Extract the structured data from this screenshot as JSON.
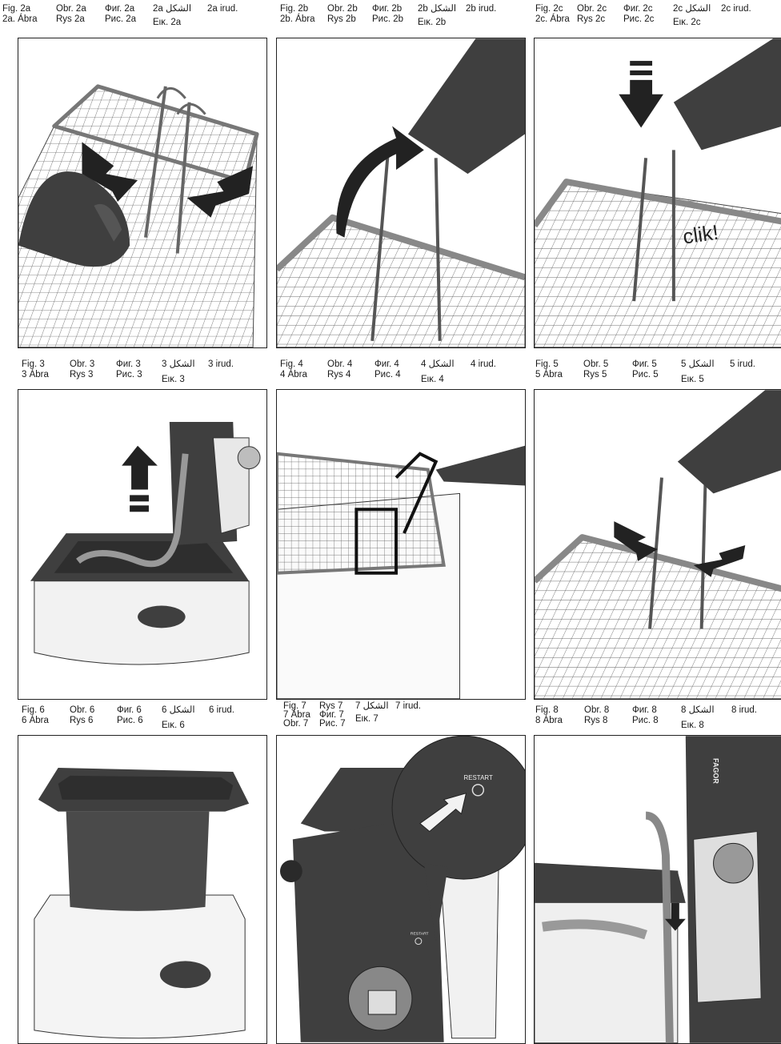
{
  "figures": [
    {
      "id": "2a",
      "row1": [
        "Fig. 2a",
        "Obr. 2a",
        "Фиг. 2a",
        "2a الشكل",
        "2a irud."
      ],
      "row2": [
        "2a. Ábra",
        "Rys 2a",
        "Рис. 2a",
        "Εικ. 2a"
      ]
    },
    {
      "id": "2b",
      "row1": [
        "Fig. 2b",
        "Obr. 2b",
        "Фиг. 2b",
        "2b الشكل",
        "2b irud."
      ],
      "row2": [
        "2b. Ábra",
        "Rys 2b",
        "Рис. 2b",
        "Εικ. 2b"
      ]
    },
    {
      "id": "2c",
      "row1": [
        "Fig. 2c",
        "Obr. 2c",
        "Фиг. 2c",
        "2c الشكل",
        "2c irud."
      ],
      "row2": [
        "2c. Ábra",
        "Rys 2c",
        "Рис. 2c",
        "Εικ. 2c"
      ]
    },
    {
      "id": "3",
      "row1": [
        "Fig. 3",
        "Obr. 3",
        "Фиг. 3",
        "3 الشكل",
        "3 irud."
      ],
      "row2": [
        "3 Ábra",
        "Rys 3",
        "Рис. 3",
        "Εικ. 3"
      ]
    },
    {
      "id": "4",
      "row1": [
        "Fig. 4",
        "Obr. 4",
        "Фиг. 4",
        "4 الشكل",
        "4 irud."
      ],
      "row2": [
        "4 Ábra",
        "Rys 4",
        "Рис. 4",
        "Εικ. 4"
      ]
    },
    {
      "id": "5",
      "row1": [
        "Fig. 5",
        "Obr. 5",
        "Фиг. 5",
        "5 الشكل",
        "5 irud."
      ],
      "row2": [
        "5 Ábra",
        "Rys 5",
        "Рис. 5",
        "Εικ. 5"
      ]
    },
    {
      "id": "6",
      "row1": [
        "Fig. 6",
        "Obr. 6",
        "Фиг. 6",
        "6 الشكل",
        "6 irud."
      ],
      "row2": [
        "6 Ábra",
        "Rys 6",
        "Рис. 6",
        "Εικ. 6"
      ]
    },
    {
      "id": "7",
      "row1": [
        "Fig. 7",
        "Rys 7",
        "7 الشكل",
        "7 irud."
      ],
      "row2": [
        "7 Ábra",
        "Фиг. 7",
        "Εικ. 7"
      ],
      "row3": [
        "Obr. 7",
        "Рис. 7"
      ]
    },
    {
      "id": "8",
      "row1": [
        "Fig. 8",
        "Obr. 8",
        "Фиг. 8",
        "8 الشكل",
        "8 irud."
      ],
      "row2": [
        "8 Ábra",
        "Rys 8",
        "Рис. 8",
        "Εικ. 8"
      ]
    }
  ],
  "labels": {
    "clik": "clik!",
    "restart_zoom": "RESTART",
    "restart_small": "RESTART",
    "brand": "FAGOR"
  },
  "colors": {
    "dark": "#3f3f3f",
    "mid": "#8a8a8a",
    "light": "#d9d9d9",
    "line": "#222222"
  }
}
